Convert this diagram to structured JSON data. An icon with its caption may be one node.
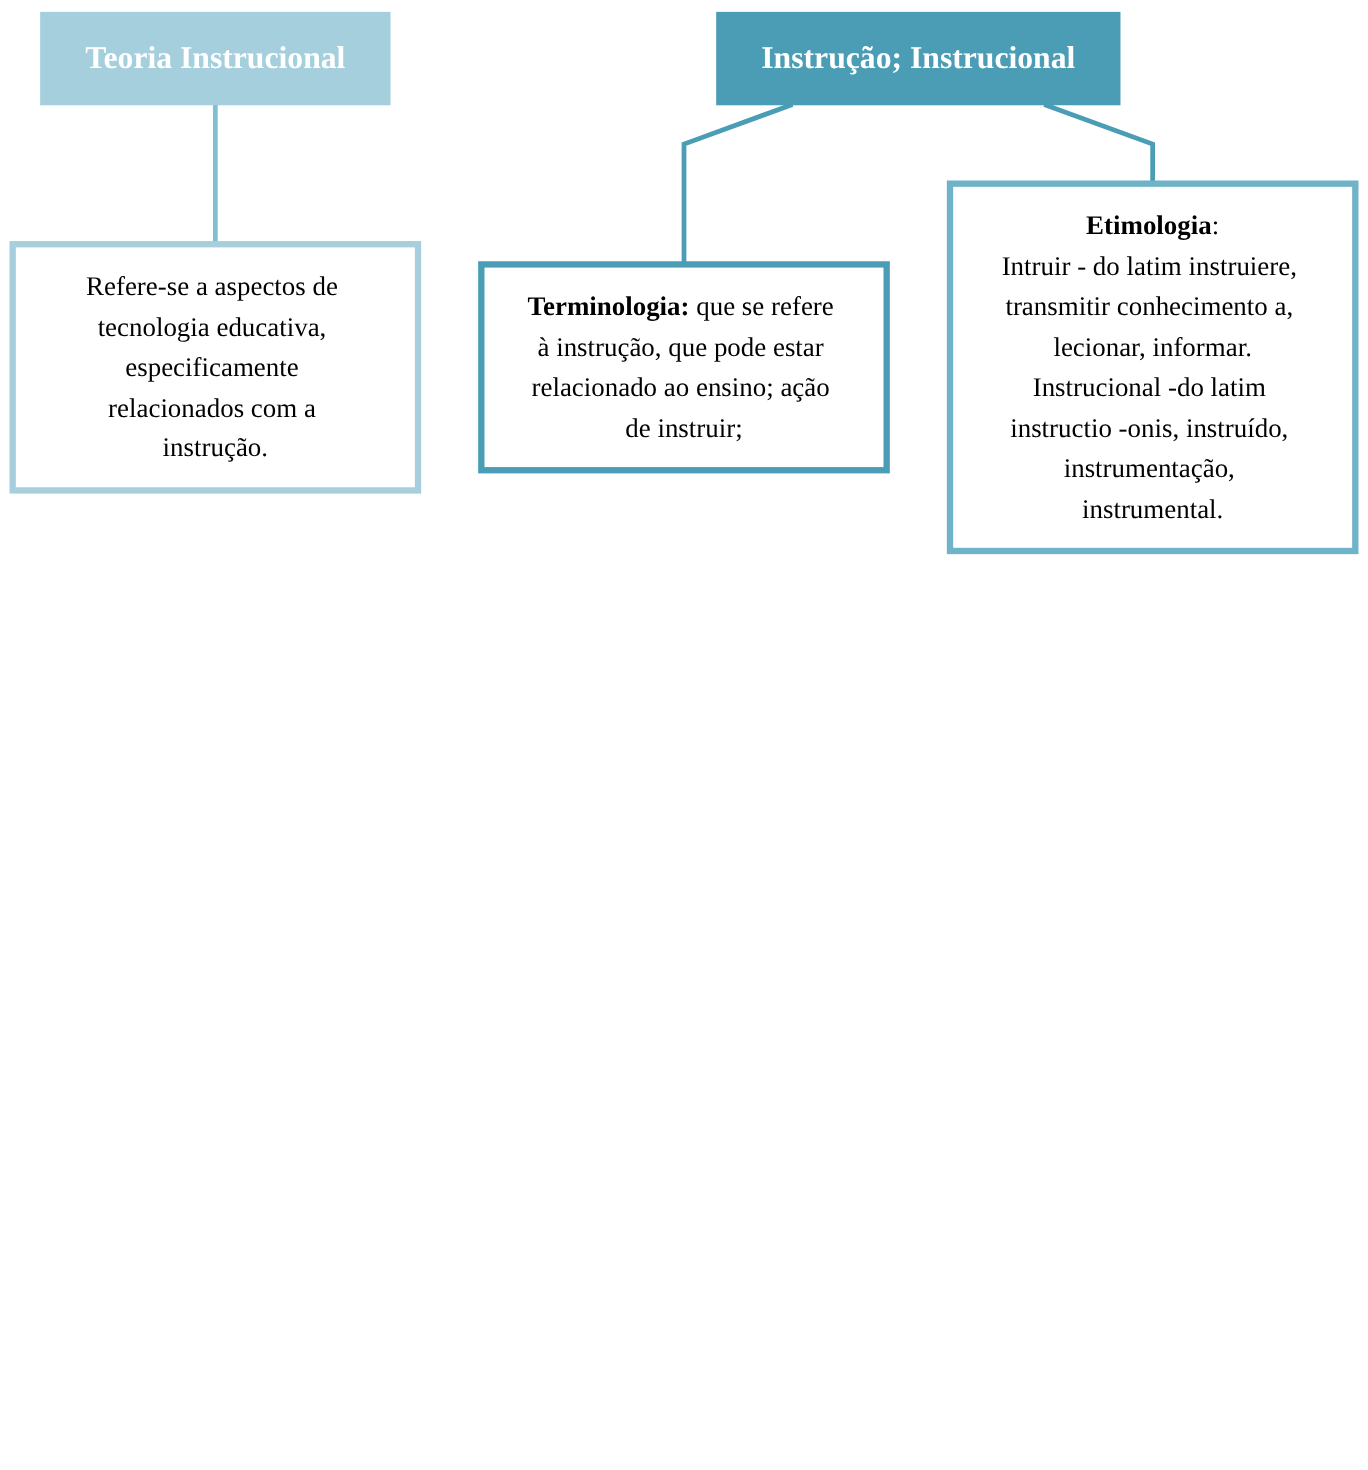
{
  "diagram": {
    "nodes": [
      {
        "text": [
          "Teoria Instrucional"
        ]
      },
      {
        "text": [
          "Refere-se a aspectos de tecnologia educativa, especificamente relacionados com a instrução."
        ]
      },
      {
        "text": [
          "Instrução; Instrucional"
        ]
      },
      {
        "text": [
          "**Terminologia:** que se refere à instrução, que pode estar relacionado ao ensino; ação de instruir;"
        ]
      },
      {
        "text": [
          "**Etimologia**:",
          "Intruir - do latim instruiere, transmitir conhecimento a, lecionar, informar.",
          "Instrucional -do latim instructio -onis, instruído, instrumentação, instrumental."
        ]
      }
    ],
    "edges": [
      {
        "from": 0,
        "to": 1,
        "arrow": "none",
        "color": "#7fbfd0"
      },
      {
        "from": 2,
        "to": 3,
        "arrow": "none"
      },
      {
        "from": 2,
        "to": 4,
        "arrow": "none"
      }
    ]
  }
}
